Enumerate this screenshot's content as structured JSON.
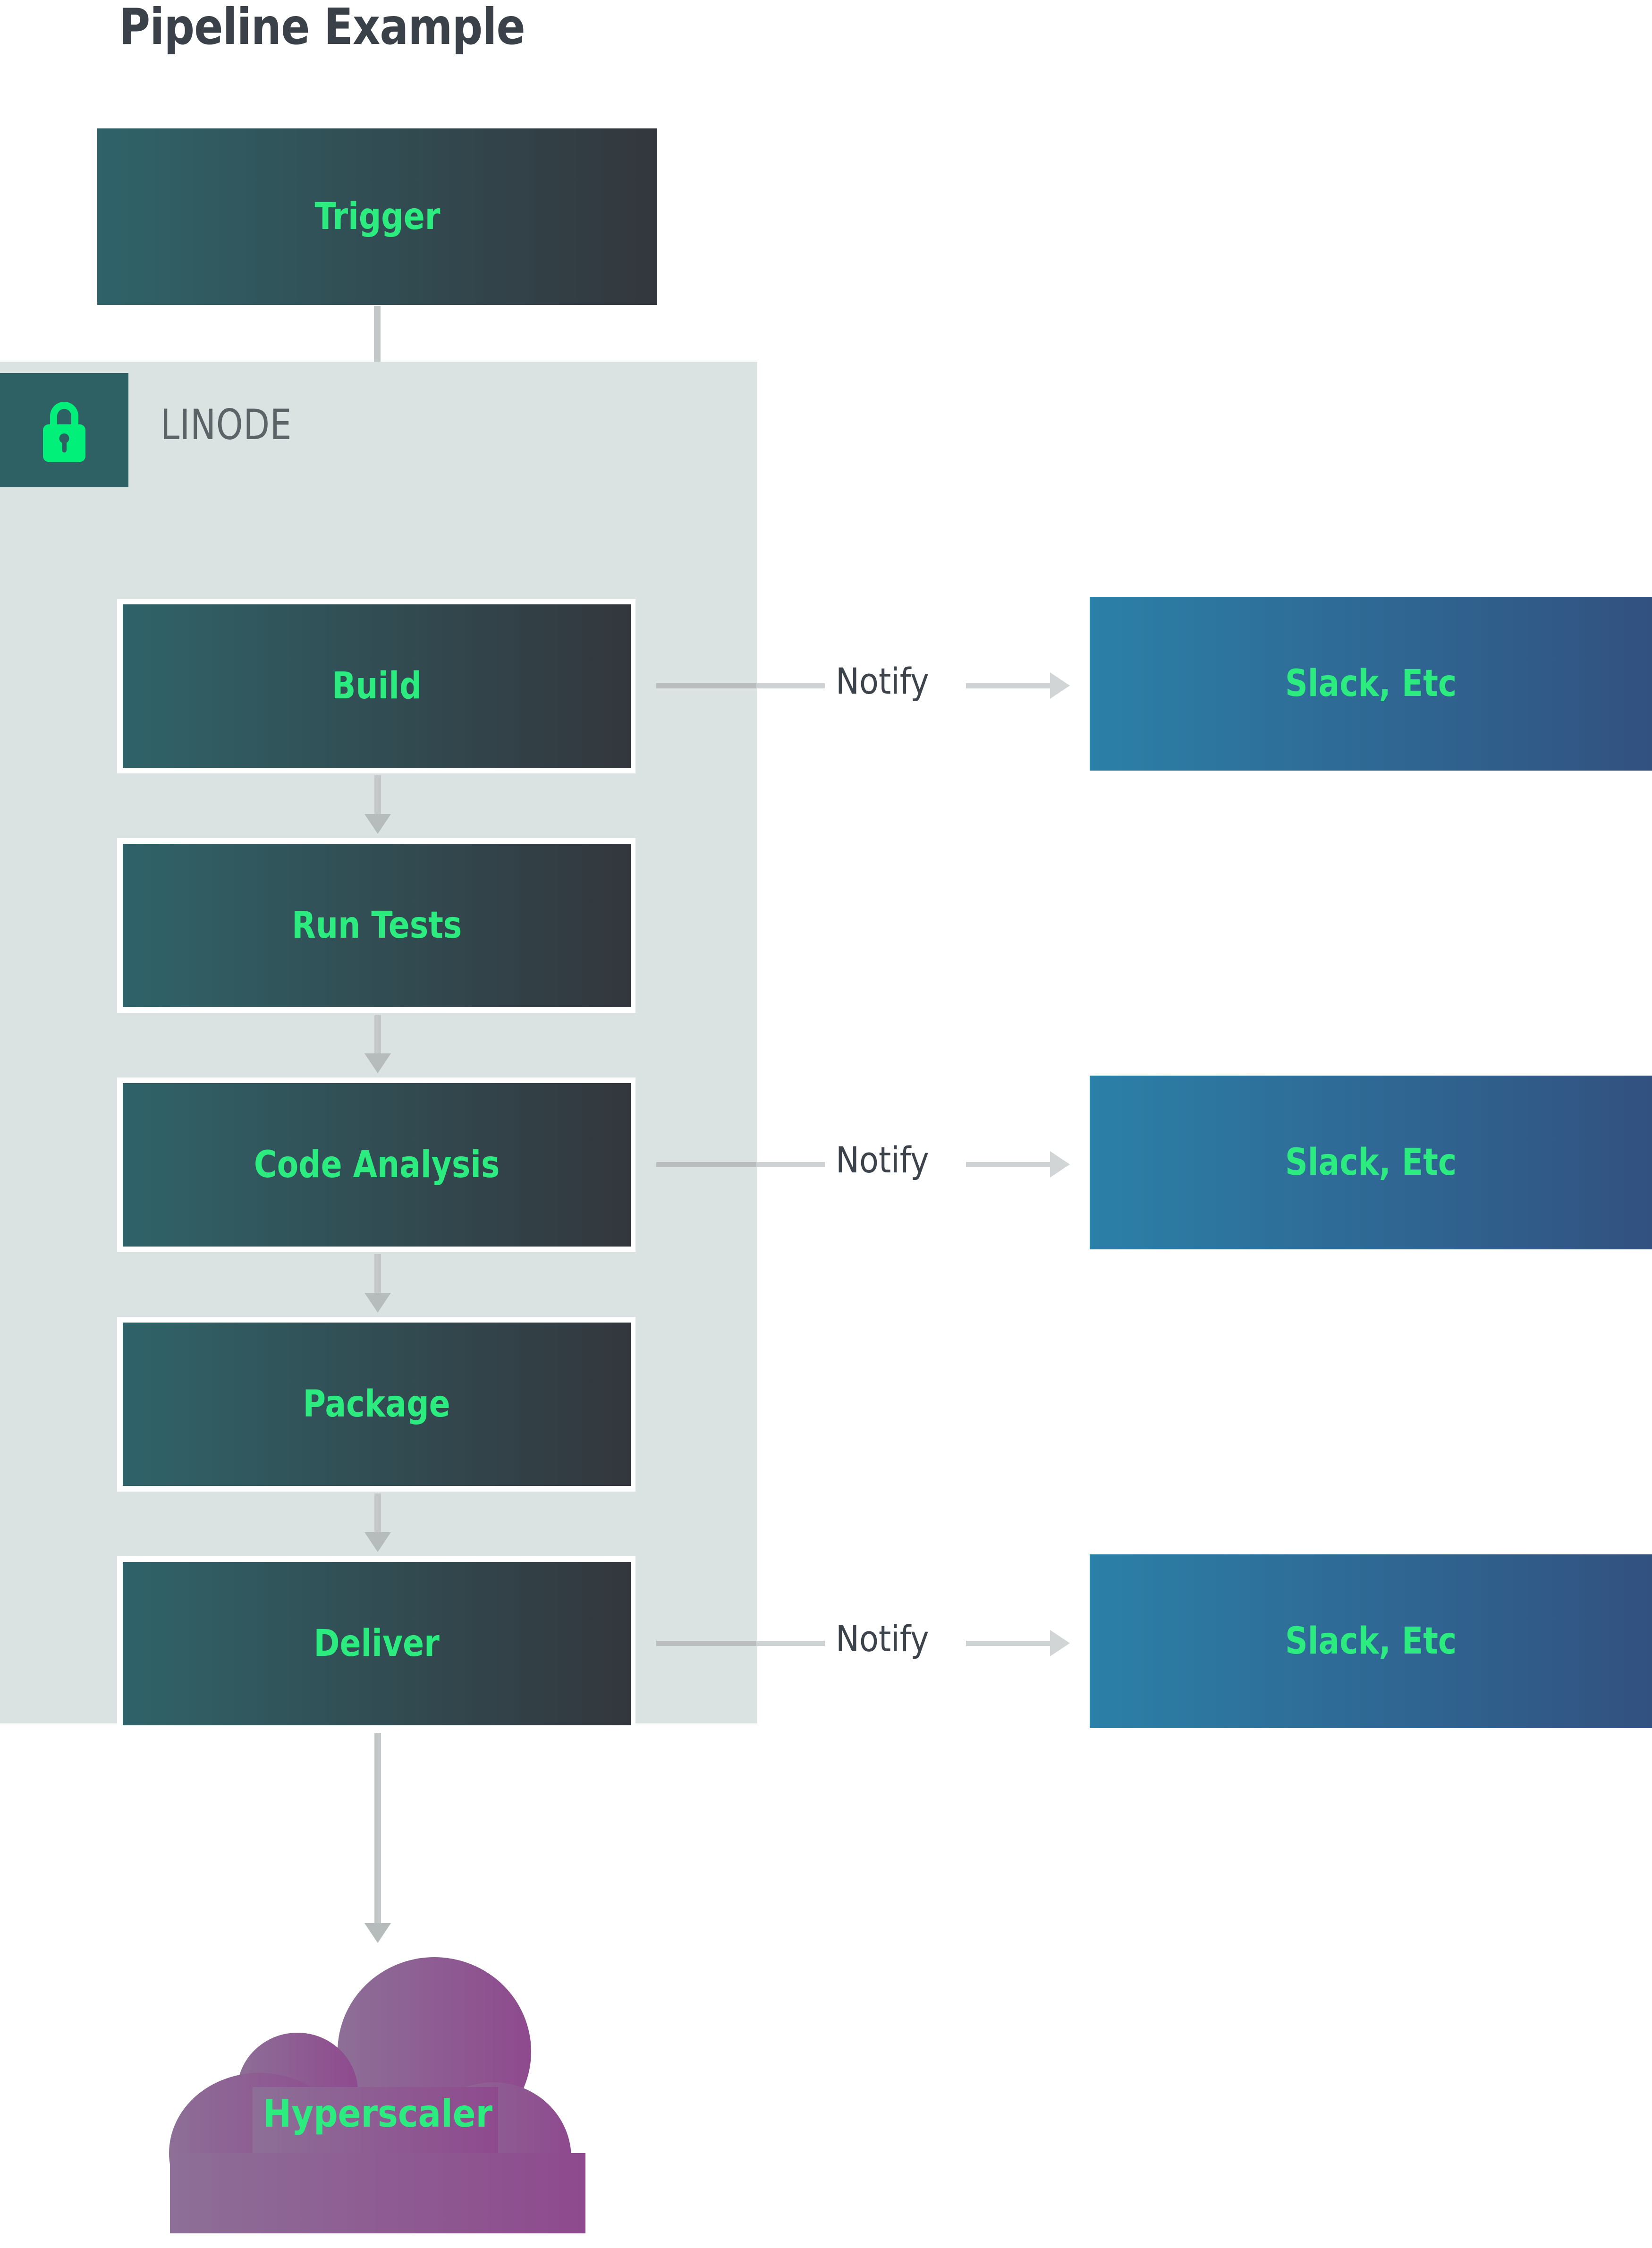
{
  "title": "Pipeline Example",
  "zone": {
    "label": "LINODE",
    "badge_icon": "lock-icon",
    "bg_color": "#dae3e1",
    "badge_color": "#2e6163"
  },
  "colors": {
    "stage_gradient_start": "#2f6369",
    "stage_gradient_end": "#33373d",
    "external_gradient_start": "#2b80a8",
    "external_gradient_end": "#325180",
    "cloud_gradient_start": "#8d6f97",
    "cloud_gradient_end": "#8e4a8e",
    "node_text": "#2ceb7f",
    "title_text": "#3b4149",
    "zone_label_text": "#5d6468",
    "connector": "#c3c7c8"
  },
  "trigger": {
    "label": "Trigger"
  },
  "stages": [
    {
      "label": "Build"
    },
    {
      "label": "Run Tests"
    },
    {
      "label": "Code Analysis"
    },
    {
      "label": "Package"
    },
    {
      "label": "Deliver"
    }
  ],
  "notifications": [
    {
      "edge_label": "Notify",
      "target": "Slack, Etc"
    },
    {
      "edge_label": "Notify",
      "target": "Slack, Etc"
    },
    {
      "edge_label": "Notify",
      "target": "Slack, Etc"
    }
  ],
  "cloud": {
    "label": "Hyperscaler"
  },
  "chart_data": {
    "type": "diagram",
    "title": "Pipeline Example",
    "nodes": [
      {
        "id": "trigger",
        "label": "Trigger",
        "group": "root",
        "style": "dark-teal-gradient"
      },
      {
        "id": "build",
        "label": "Build",
        "group": "LINODE",
        "style": "dark-teal-gradient-framed"
      },
      {
        "id": "run-tests",
        "label": "Run Tests",
        "group": "LINODE",
        "style": "dark-teal-gradient-framed"
      },
      {
        "id": "code-analysis",
        "label": "Code Analysis",
        "group": "LINODE",
        "style": "dark-teal-gradient-framed"
      },
      {
        "id": "package",
        "label": "Package",
        "group": "LINODE",
        "style": "dark-teal-gradient-framed"
      },
      {
        "id": "deliver",
        "label": "Deliver",
        "group": "LINODE",
        "style": "dark-teal-gradient-framed"
      },
      {
        "id": "slack-1",
        "label": "Slack, Etc",
        "group": "external",
        "style": "blue-gradient"
      },
      {
        "id": "slack-2",
        "label": "Slack, Etc",
        "group": "external",
        "style": "blue-gradient"
      },
      {
        "id": "slack-3",
        "label": "Slack, Etc",
        "group": "external",
        "style": "blue-gradient"
      },
      {
        "id": "hyperscaler",
        "label": "Hyperscaler",
        "group": "external",
        "style": "purple-cloud"
      }
    ],
    "groups": [
      {
        "id": "LINODE",
        "label": "LINODE",
        "icon": "lock-icon"
      }
    ],
    "edges": [
      {
        "from": "trigger",
        "to": "build",
        "label": "",
        "direction": "down"
      },
      {
        "from": "build",
        "to": "run-tests",
        "label": "",
        "direction": "down"
      },
      {
        "from": "run-tests",
        "to": "code-analysis",
        "label": "",
        "direction": "down"
      },
      {
        "from": "code-analysis",
        "to": "package",
        "label": "",
        "direction": "down"
      },
      {
        "from": "package",
        "to": "deliver",
        "label": "",
        "direction": "down"
      },
      {
        "from": "deliver",
        "to": "hyperscaler",
        "label": "",
        "direction": "down"
      },
      {
        "from": "build",
        "to": "slack-1",
        "label": "Notify",
        "direction": "right"
      },
      {
        "from": "code-analysis",
        "to": "slack-2",
        "label": "Notify",
        "direction": "right"
      },
      {
        "from": "deliver",
        "to": "slack-3",
        "label": "Notify",
        "direction": "right"
      }
    ]
  }
}
